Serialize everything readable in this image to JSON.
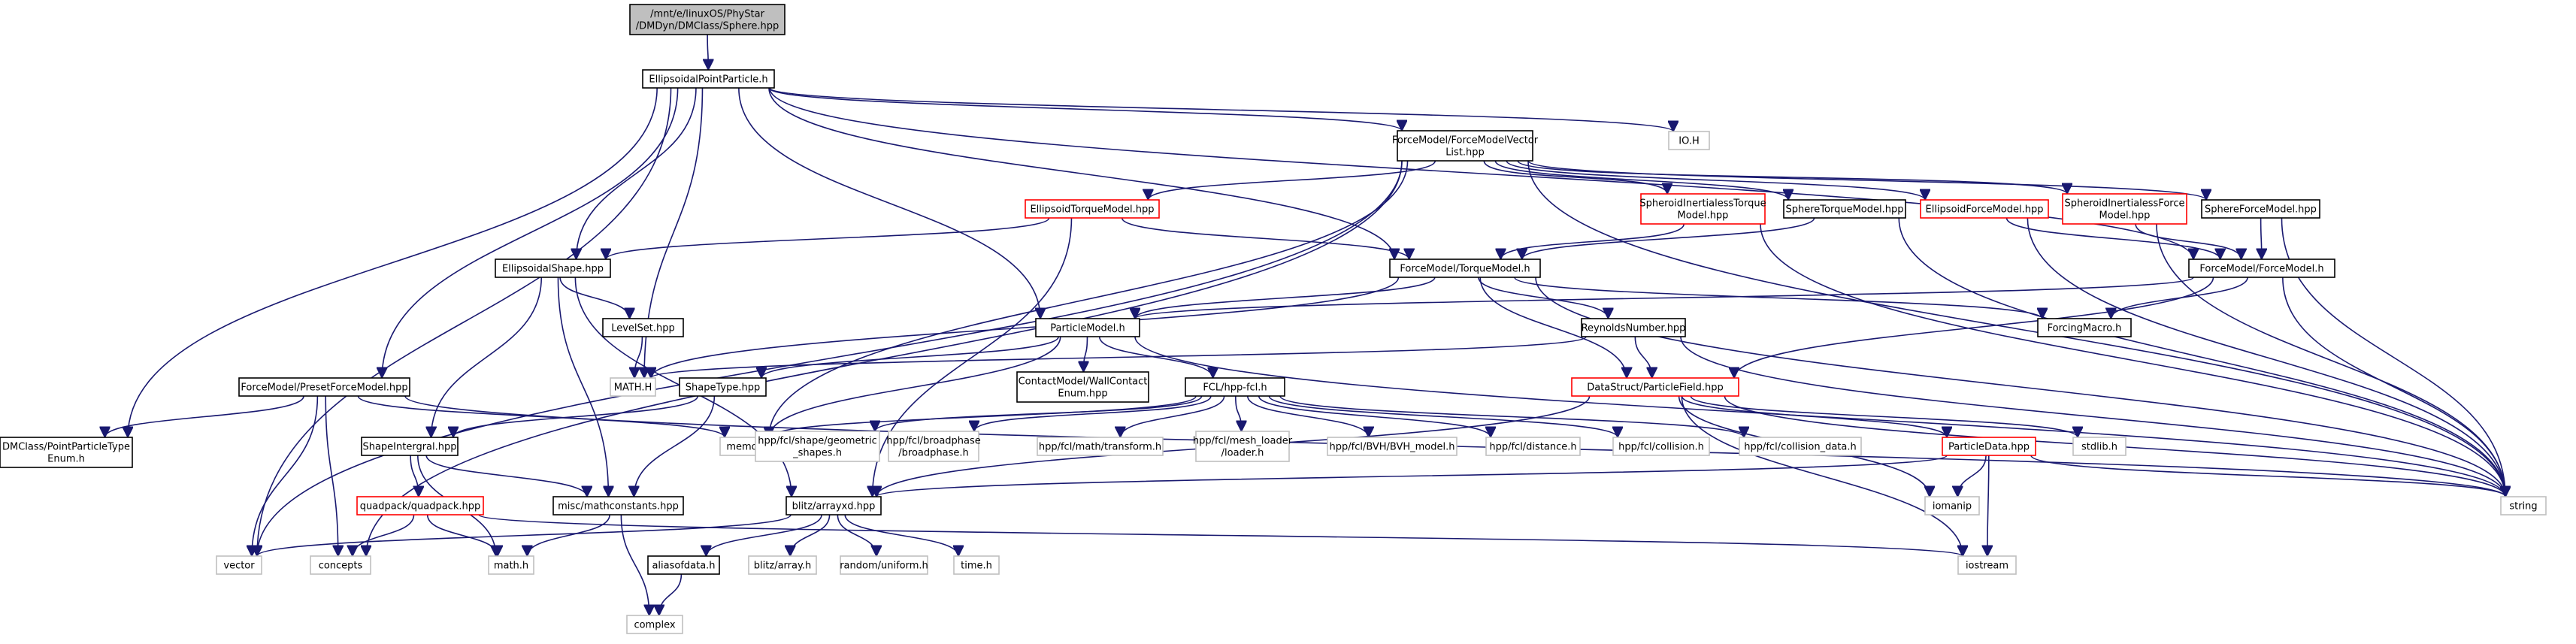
{
  "graph": {
    "title": "",
    "colors": {
      "edge": "#191970",
      "root_fill": "#bfbfbf",
      "root_border": "#000000",
      "doc_border": "#000000",
      "partial_border": "#ff0000",
      "external_border": "#bfbfbf",
      "external_text": "#555555",
      "text": "#000000"
    },
    "nodes": [
      {
        "id": "sphere",
        "lines": [
          "/mnt/e/linuxOS/PhyStar",
          "/DMDyn/DMClass/Sphere.hpp"
        ],
        "kind": "root"
      },
      {
        "id": "ellpoint",
        "lines": [
          "EllipsoidalPointParticle.h"
        ],
        "kind": "doc"
      },
      {
        "id": "ioh",
        "lines": [
          "IO.H"
        ],
        "kind": "ext"
      },
      {
        "id": "fmvl",
        "lines": [
          "ForceModel/ForceModelVector",
          "List.hpp"
        ],
        "kind": "doc"
      },
      {
        "id": "etm",
        "lines": [
          "EllipsoidTorqueModel.hpp"
        ],
        "kind": "partial"
      },
      {
        "id": "sitm",
        "lines": [
          "SpheroidInertialessTorque",
          "Model.hpp"
        ],
        "kind": "partial"
      },
      {
        "id": "stm",
        "lines": [
          "SphereTorqueModel.hpp"
        ],
        "kind": "doc"
      },
      {
        "id": "efm",
        "lines": [
          "EllipsoidForceModel.hpp"
        ],
        "kind": "partial"
      },
      {
        "id": "sifm",
        "lines": [
          "SpheroidInertialessForce",
          "Model.hpp"
        ],
        "kind": "partial"
      },
      {
        "id": "sfm",
        "lines": [
          "SphereForceModel.hpp"
        ],
        "kind": "doc"
      },
      {
        "id": "eshape",
        "lines": [
          "EllipsoidalShape.hpp"
        ],
        "kind": "doc"
      },
      {
        "id": "tm",
        "lines": [
          "ForceModel/TorqueModel.h"
        ],
        "kind": "doc"
      },
      {
        "id": "fm",
        "lines": [
          "ForceModel/ForceModel.h"
        ],
        "kind": "doc"
      },
      {
        "id": "levelset",
        "lines": [
          "LevelSet.hpp"
        ],
        "kind": "doc"
      },
      {
        "id": "pm",
        "lines": [
          "ParticleModel.h"
        ],
        "kind": "doc"
      },
      {
        "id": "rn",
        "lines": [
          "ReynoldsNumber.hpp"
        ],
        "kind": "doc"
      },
      {
        "id": "forcing",
        "lines": [
          "ForcingMacro.h"
        ],
        "kind": "doc"
      },
      {
        "id": "pffm",
        "lines": [
          "ForceModel/PresetForceModel.hpp"
        ],
        "kind": "doc"
      },
      {
        "id": "math",
        "lines": [
          "MATH.H"
        ],
        "kind": "ext"
      },
      {
        "id": "shapetype",
        "lines": [
          "ShapeType.hpp"
        ],
        "kind": "doc"
      },
      {
        "id": "wallcontact",
        "lines": [
          "ContactModel/WallContact",
          "Enum.hpp"
        ],
        "kind": "doc"
      },
      {
        "id": "fcl",
        "lines": [
          "FCL/hpp-fcl.h"
        ],
        "kind": "doc"
      },
      {
        "id": "pfield",
        "lines": [
          "DataStruct/ParticleField.hpp"
        ],
        "kind": "partial"
      },
      {
        "id": "dmenum",
        "lines": [
          "DMClass/PointParticleType",
          "Enum.h"
        ],
        "kind": "doc"
      },
      {
        "id": "memory",
        "lines": [
          "memory"
        ],
        "kind": "ext"
      },
      {
        "id": "geom",
        "lines": [
          "hpp/fcl/shape/geometric",
          "_shapes.h"
        ],
        "kind": "ext"
      },
      {
        "id": "broad",
        "lines": [
          "hpp/fcl/broadphase",
          "/broadphase.h"
        ],
        "kind": "ext"
      },
      {
        "id": "transform",
        "lines": [
          "hpp/fcl/math/transform.h"
        ],
        "kind": "ext"
      },
      {
        "id": "mesh",
        "lines": [
          "hpp/fcl/mesh_loader",
          "/loader.h"
        ],
        "kind": "ext"
      },
      {
        "id": "bvh",
        "lines": [
          "hpp/fcl/BVH/BVH_model.h"
        ],
        "kind": "ext"
      },
      {
        "id": "distance",
        "lines": [
          "hpp/fcl/distance.h"
        ],
        "kind": "ext"
      },
      {
        "id": "collision",
        "lines": [
          "hpp/fcl/collision.h"
        ],
        "kind": "ext"
      },
      {
        "id": "colldata",
        "lines": [
          "hpp/fcl/collision_data.h"
        ],
        "kind": "ext"
      },
      {
        "id": "stdlib",
        "lines": [
          "stdlib.h"
        ],
        "kind": "ext"
      },
      {
        "id": "pdata",
        "lines": [
          "ParticleData.hpp"
        ],
        "kind": "partial"
      },
      {
        "id": "shapeint",
        "lines": [
          "ShapeIntergral.hpp"
        ],
        "kind": "doc"
      },
      {
        "id": "quadpack",
        "lines": [
          "quadpack/quadpack.hpp"
        ],
        "kind": "partial"
      },
      {
        "id": "mathconst",
        "lines": [
          "misc/mathconstants.hpp"
        ],
        "kind": "doc"
      },
      {
        "id": "blitzx",
        "lines": [
          "blitz/arrayxd.hpp"
        ],
        "kind": "doc"
      },
      {
        "id": "string",
        "lines": [
          "string"
        ],
        "kind": "ext"
      },
      {
        "id": "iomanip",
        "lines": [
          "iomanip"
        ],
        "kind": "ext"
      },
      {
        "id": "vector",
        "lines": [
          "vector"
        ],
        "kind": "ext"
      },
      {
        "id": "concepts",
        "lines": [
          "concepts"
        ],
        "kind": "ext"
      },
      {
        "id": "mathh",
        "lines": [
          "math.h"
        ],
        "kind": "ext"
      },
      {
        "id": "alias",
        "lines": [
          "aliasofdata.h"
        ],
        "kind": "doc"
      },
      {
        "id": "blitzarr",
        "lines": [
          "blitz/array.h"
        ],
        "kind": "ext"
      },
      {
        "id": "random",
        "lines": [
          "random/uniform.h"
        ],
        "kind": "ext"
      },
      {
        "id": "time",
        "lines": [
          "time.h"
        ],
        "kind": "ext"
      },
      {
        "id": "iostream",
        "lines": [
          "iostream"
        ],
        "kind": "ext"
      },
      {
        "id": "complex",
        "lines": [
          "complex"
        ],
        "kind": "ext"
      }
    ],
    "edges": [
      [
        "sphere",
        "ellpoint"
      ],
      [
        "ellpoint",
        "ioh"
      ],
      [
        "ellpoint",
        "fmvl"
      ],
      [
        "ellpoint",
        "eshape"
      ],
      [
        "ellpoint",
        "tm"
      ],
      [
        "ellpoint",
        "fm"
      ],
      [
        "ellpoint",
        "pm"
      ],
      [
        "ellpoint",
        "pffm"
      ],
      [
        "ellpoint",
        "math"
      ],
      [
        "ellpoint",
        "dmenum"
      ],
      [
        "ellpoint",
        "vector"
      ],
      [
        "fmvl",
        "etm"
      ],
      [
        "fmvl",
        "sitm"
      ],
      [
        "fmvl",
        "stm"
      ],
      [
        "fmvl",
        "efm"
      ],
      [
        "fmvl",
        "sifm"
      ],
      [
        "fmvl",
        "sfm"
      ],
      [
        "fmvl",
        "memory"
      ],
      [
        "fmvl",
        "vector"
      ],
      [
        "fmvl",
        "string"
      ],
      [
        "fmvl",
        "concepts"
      ],
      [
        "etm",
        "eshape"
      ],
      [
        "etm",
        "tm"
      ],
      [
        "etm",
        "blitzx"
      ],
      [
        "sitm",
        "tm"
      ],
      [
        "sitm",
        "string"
      ],
      [
        "stm",
        "tm"
      ],
      [
        "stm",
        "string"
      ],
      [
        "efm",
        "fm"
      ],
      [
        "efm",
        "string"
      ],
      [
        "sifm",
        "fm"
      ],
      [
        "sifm",
        "string"
      ],
      [
        "sfm",
        "fm"
      ],
      [
        "sfm",
        "string"
      ],
      [
        "eshape",
        "levelset"
      ],
      [
        "eshape",
        "shapeint"
      ],
      [
        "eshape",
        "mathconst"
      ],
      [
        "eshape",
        "blitzx"
      ],
      [
        "levelset",
        "math"
      ],
      [
        "tm",
        "pm"
      ],
      [
        "tm",
        "rn"
      ],
      [
        "tm",
        "forcing"
      ],
      [
        "tm",
        "pfield"
      ],
      [
        "tm",
        "math"
      ],
      [
        "tm",
        "string"
      ],
      [
        "fm",
        "pm"
      ],
      [
        "fm",
        "forcing"
      ],
      [
        "fm",
        "pfield"
      ],
      [
        "fm",
        "string"
      ],
      [
        "rn",
        "math"
      ],
      [
        "rn",
        "pfield"
      ],
      [
        "rn",
        "string"
      ],
      [
        "pm",
        "shapetype"
      ],
      [
        "pm",
        "wallcontact"
      ],
      [
        "pm",
        "fcl"
      ],
      [
        "pm",
        "memory"
      ],
      [
        "pm",
        "string"
      ],
      [
        "pffm",
        "dmenum"
      ],
      [
        "pffm",
        "memory"
      ],
      [
        "pffm",
        "vector"
      ],
      [
        "pffm",
        "concepts"
      ],
      [
        "pffm",
        "string"
      ],
      [
        "shapetype",
        "shapeint"
      ],
      [
        "shapetype",
        "mathconst"
      ],
      [
        "fcl",
        "memory"
      ],
      [
        "fcl",
        "geom"
      ],
      [
        "fcl",
        "broad"
      ],
      [
        "fcl",
        "transform"
      ],
      [
        "fcl",
        "mesh"
      ],
      [
        "fcl",
        "bvh"
      ],
      [
        "fcl",
        "distance"
      ],
      [
        "fcl",
        "collision"
      ],
      [
        "fcl",
        "colldata"
      ],
      [
        "pfield",
        "blitzx"
      ],
      [
        "pfield",
        "pdata"
      ],
      [
        "pfield",
        "stdlib"
      ],
      [
        "pfield",
        "iomanip"
      ],
      [
        "pfield",
        "iostream"
      ],
      [
        "pfield",
        "string"
      ],
      [
        "pdata",
        "blitzx"
      ],
      [
        "pdata",
        "iomanip"
      ],
      [
        "pdata",
        "iostream"
      ],
      [
        "pdata",
        "string"
      ],
      [
        "shapeint",
        "quadpack"
      ],
      [
        "shapeint",
        "mathconst"
      ],
      [
        "shapeint",
        "mathh"
      ],
      [
        "quadpack",
        "concepts"
      ],
      [
        "quadpack",
        "mathh"
      ],
      [
        "quadpack",
        "iostream"
      ],
      [
        "mathconst",
        "mathh"
      ],
      [
        "mathconst",
        "complex"
      ],
      [
        "blitzx",
        "alias"
      ],
      [
        "blitzx",
        "blitzarr"
      ],
      [
        "blitzx",
        "random"
      ],
      [
        "blitzx",
        "time"
      ],
      [
        "blitzx",
        "vector"
      ],
      [
        "alias",
        "complex"
      ]
    ]
  }
}
